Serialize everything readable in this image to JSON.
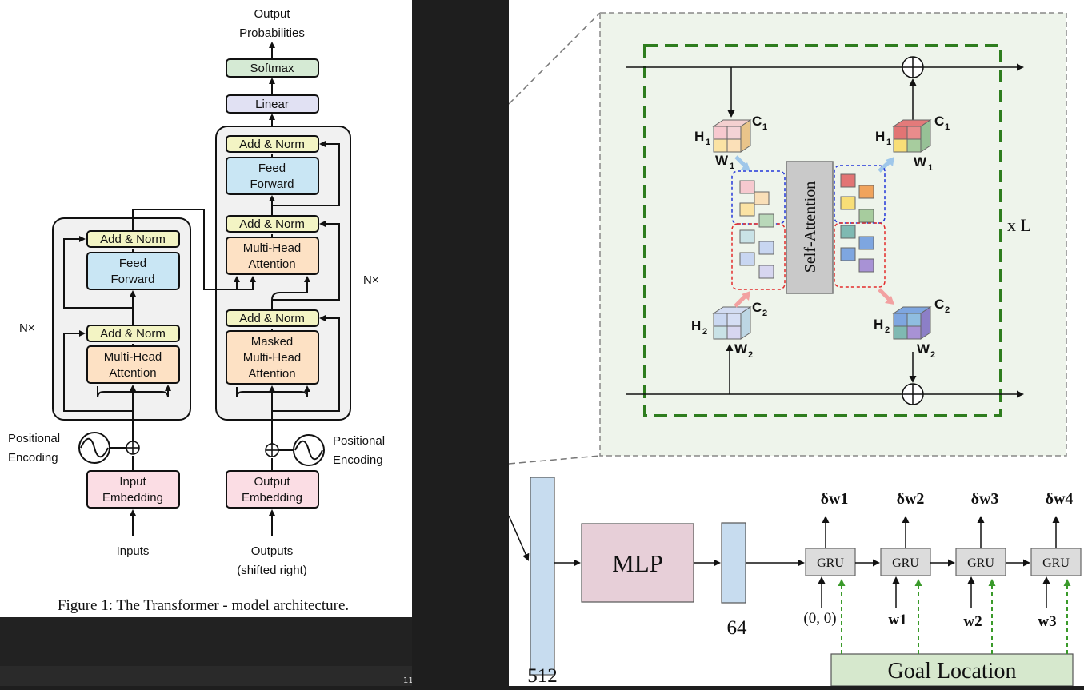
{
  "transformer": {
    "output_probabilities": [
      "Output",
      "Probabilities"
    ],
    "softmax": "Softmax",
    "linear": "Linear",
    "add_norm": "Add & Norm",
    "feed_forward": [
      "Feed",
      "Forward"
    ],
    "multi_head_attention": [
      "Multi-Head",
      "Attention"
    ],
    "masked_multi_head_attention": [
      "Masked",
      "Multi-Head",
      "Attention"
    ],
    "nx": "N×",
    "positional_encoding": [
      "Positional",
      "Encoding"
    ],
    "input_embedding": [
      "Input",
      "Embedding"
    ],
    "output_embedding": [
      "Output",
      "Embedding"
    ],
    "inputs": "Inputs",
    "outputs": [
      "Outputs",
      "(shifted right)"
    ],
    "caption": "Figure 1: The Transformer - model architecture.",
    "page_number": "11"
  },
  "attention_block": {
    "self_attention": "Self-Attention",
    "h1": "H",
    "h1_sub": "1",
    "w1": "W",
    "w1_sub": "1",
    "c1": "C",
    "c1_sub": "1",
    "h2": "H",
    "h2_sub": "2",
    "w2": "W",
    "w2_sub": "2",
    "c2": "C",
    "c2_sub": "2",
    "times_l": "x L"
  },
  "pipeline": {
    "mlp": "MLP",
    "dim_512": "512",
    "dim_64": "64",
    "gru": "GRU",
    "deltas": [
      "δw1",
      "δw2",
      "δw3",
      "δw4"
    ],
    "inputs": [
      "(0, 0)",
      "w1",
      "w2",
      "w3"
    ],
    "goal_location": "Goal Location"
  },
  "colors": {
    "softmax_fill": "#d5ead4",
    "linear_fill": "#e1e1f3",
    "add_norm_fill": "#f3f4c4",
    "ffn_fill": "#c9e6f4",
    "attention_fill": "#fde1c4",
    "embedding_fill": "#fbdde4",
    "block_bg": "#f1f1f1",
    "attn_panel_bg": "#eef4eb",
    "green_dash": "#2e7d1e",
    "mlp_fill": "#e7cfd8",
    "dim_fill": "#c7dcef",
    "gru_fill": "#dcdcdc",
    "goal_fill": "#d6e8cd"
  }
}
